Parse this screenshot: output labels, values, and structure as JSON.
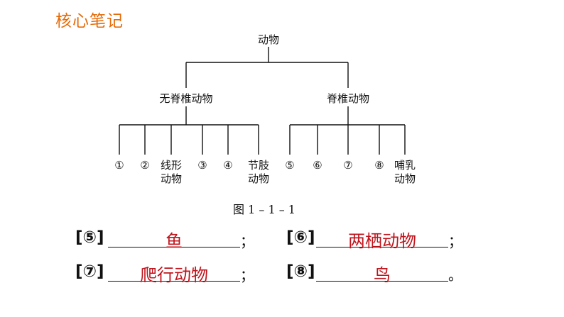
{
  "heading": "核心笔记",
  "tree": {
    "root": "动物",
    "branches": [
      {
        "label": "无脊椎动物",
        "leaves": [
          "①",
          "②",
          "线形\n动物",
          "③",
          "④",
          "节肢\n动物"
        ]
      },
      {
        "label": "脊椎动物",
        "leaves": [
          "⑤",
          "⑥",
          "⑦",
          "⑧",
          "哺乳\n动物"
        ]
      }
    ]
  },
  "caption": "图 1 – 1 – 1",
  "answers": [
    {
      "marker": "[⑤]",
      "answer": "鱼",
      "punct": "；"
    },
    {
      "marker": "[⑥]",
      "answer": "两栖动物",
      "punct": "；"
    },
    {
      "marker": "[⑦]",
      "answer": "爬行动物",
      "punct": "；"
    },
    {
      "marker": "[⑧]",
      "answer": "鸟",
      "punct": "。"
    }
  ],
  "colors": {
    "heading": "#e46c0a",
    "answer": "#c0141c",
    "text": "#111111"
  }
}
